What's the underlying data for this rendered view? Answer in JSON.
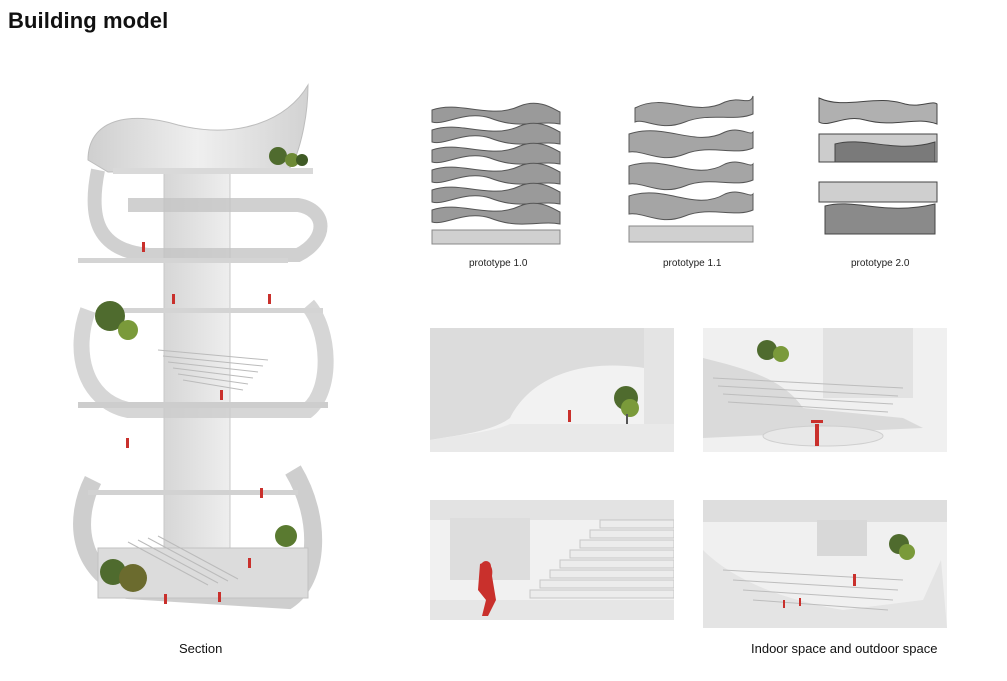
{
  "page": {
    "title": "Building model"
  },
  "section": {
    "caption": "Section"
  },
  "prototypes": [
    {
      "label": "prototype 1.0"
    },
    {
      "label": "prototype 1.1"
    },
    {
      "label": "prototype 2.0"
    }
  ],
  "spaces": {
    "caption": "Indoor space and outdoor space",
    "views": [
      {
        "id": "view-1"
      },
      {
        "id": "view-2"
      },
      {
        "id": "view-3"
      },
      {
        "id": "view-4"
      }
    ]
  },
  "colors": {
    "figure": "#c9302c",
    "tree_dark": "#4f6b2e",
    "tree_light": "#7a9a3a",
    "surface": "#e6e6e6",
    "shadow": "#a8a8a8"
  }
}
